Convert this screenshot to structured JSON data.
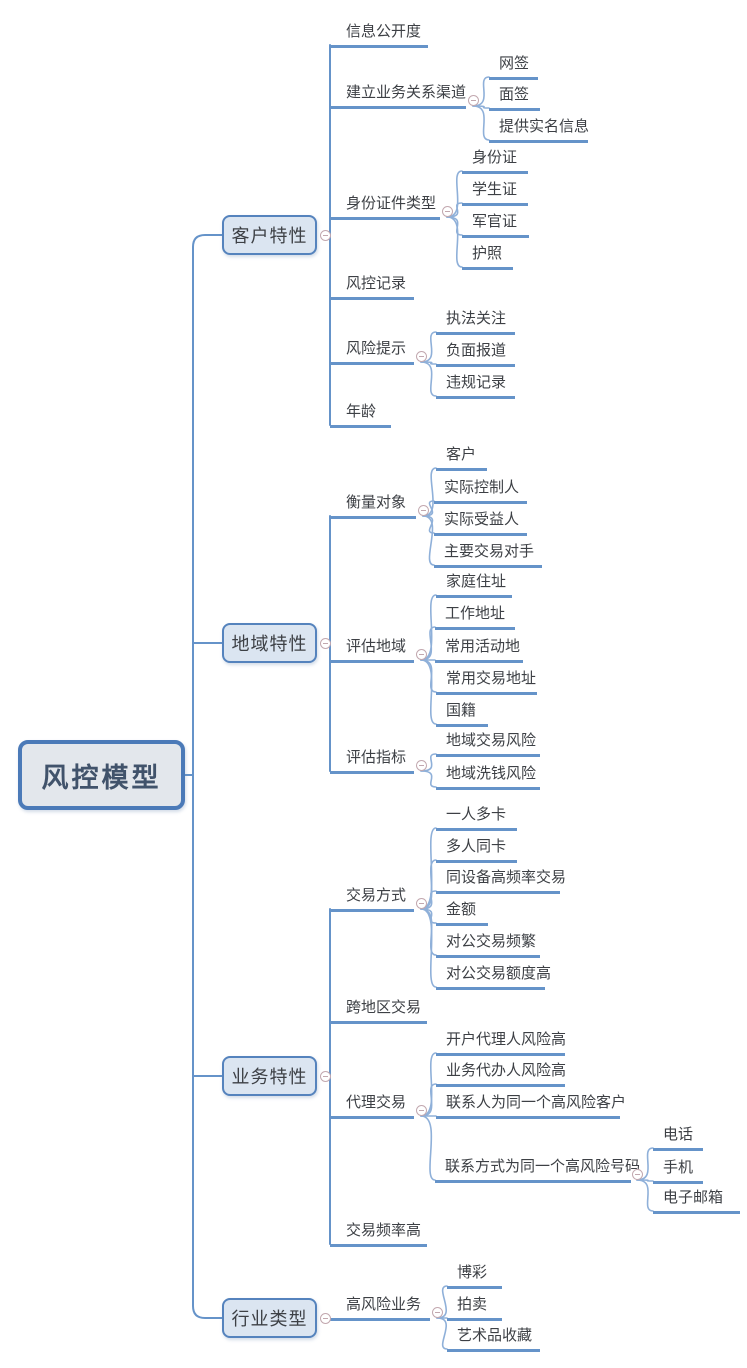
{
  "colors": {
    "line": "#6593c9",
    "curve": "#8fb0d9",
    "spine": "#6593c9",
    "node_border": "#5583bd",
    "node_fill": "#dbe5f1",
    "root_border": "#4b7ab8",
    "root_fill": "#e3e7ec",
    "text": "#3d4045",
    "root_text": "#41536b",
    "icon": "#c2a8af"
  },
  "tree": {
    "id": "risk-control-model",
    "label": "风控模型",
    "children": [
      {
        "id": "customer-traits",
        "label": "客户特性",
        "children": [
          {
            "id": "info-transparency",
            "label": "信息公开度"
          },
          {
            "id": "relationship-channel",
            "label": "建立业务关系渠道",
            "children": [
              {
                "id": "online-sign",
                "label": "网签"
              },
              {
                "id": "in-person-sign",
                "label": "面签"
              },
              {
                "id": "real-name-info",
                "label": "提供实名信息"
              }
            ]
          },
          {
            "id": "id-document-type",
            "label": "身份证件类型",
            "children": [
              {
                "id": "id-card",
                "label": "身份证"
              },
              {
                "id": "student-card",
                "label": "学生证"
              },
              {
                "id": "military-card",
                "label": "军官证"
              },
              {
                "id": "passport",
                "label": "护照"
              }
            ]
          },
          {
            "id": "risk-control-record",
            "label": "风控记录"
          },
          {
            "id": "risk-alert",
            "label": "风险提示",
            "children": [
              {
                "id": "law-enforcement-attention",
                "label": "执法关注"
              },
              {
                "id": "negative-news",
                "label": "负面报道"
              },
              {
                "id": "violation-record",
                "label": "违规记录"
              }
            ]
          },
          {
            "id": "age",
            "label": "年龄"
          }
        ]
      },
      {
        "id": "region-traits",
        "label": "地域特性",
        "children": [
          {
            "id": "measure-target",
            "label": "衡量对象",
            "children": [
              {
                "id": "customer",
                "label": "客户"
              },
              {
                "id": "actual-controller",
                "label": "实际控制人"
              },
              {
                "id": "actual-beneficiary",
                "label": "实际受益人"
              },
              {
                "id": "main-counterparty",
                "label": "主要交易对手"
              }
            ]
          },
          {
            "id": "assess-region",
            "label": "评估地域",
            "children": [
              {
                "id": "home-address",
                "label": "家庭住址"
              },
              {
                "id": "work-address",
                "label": "工作地址"
              },
              {
                "id": "frequent-activity-place",
                "label": "常用活动地"
              },
              {
                "id": "frequent-transaction-address",
                "label": "常用交易地址"
              },
              {
                "id": "nationality",
                "label": "国籍"
              }
            ]
          },
          {
            "id": "assess-indicator",
            "label": "评估指标",
            "children": [
              {
                "id": "regional-transaction-risk",
                "label": "地域交易风险"
              },
              {
                "id": "regional-laundering-risk",
                "label": "地域洗钱风险"
              }
            ]
          }
        ]
      },
      {
        "id": "business-traits",
        "label": "业务特性",
        "children": [
          {
            "id": "transaction-mode",
            "label": "交易方式",
            "children": [
              {
                "id": "one-person-multi-card",
                "label": "一人多卡"
              },
              {
                "id": "multi-person-one-card",
                "label": "多人同卡"
              },
              {
                "id": "same-device-high-frequency",
                "label": "同设备高频率交易"
              },
              {
                "id": "amount",
                "label": "金额"
              },
              {
                "id": "frequent-corporate-transactions",
                "label": "对公交易频繁"
              },
              {
                "id": "high-corporate-transaction-amount",
                "label": "对公交易额度高"
              }
            ]
          },
          {
            "id": "cross-region-transaction",
            "label": "跨地区交易"
          },
          {
            "id": "agent-transaction",
            "label": "代理交易",
            "children": [
              {
                "id": "account-agent-high-risk",
                "label": "开户代理人风险高"
              },
              {
                "id": "business-agent-high-risk",
                "label": "业务代办人风险高"
              },
              {
                "id": "contact-same-high-risk-customer",
                "label": "联系人为同一个高风险客户"
              },
              {
                "id": "contact-same-high-risk-number",
                "label": "联系方式为同一个高风险号码",
                "children": [
                  {
                    "id": "phone",
                    "label": "电话"
                  },
                  {
                    "id": "mobile",
                    "label": "手机"
                  },
                  {
                    "id": "email",
                    "label": "电子邮箱"
                  }
                ]
              }
            ]
          },
          {
            "id": "high-transaction-frequency",
            "label": "交易频率高"
          }
        ]
      },
      {
        "id": "industry-type",
        "label": "行业类型",
        "children": [
          {
            "id": "high-risk-business",
            "label": "高风险业务",
            "children": [
              {
                "id": "gambling",
                "label": "博彩"
              },
              {
                "id": "auction",
                "label": "拍卖"
              },
              {
                "id": "art-collection",
                "label": "艺术品收藏"
              }
            ]
          }
        ]
      }
    ]
  }
}
